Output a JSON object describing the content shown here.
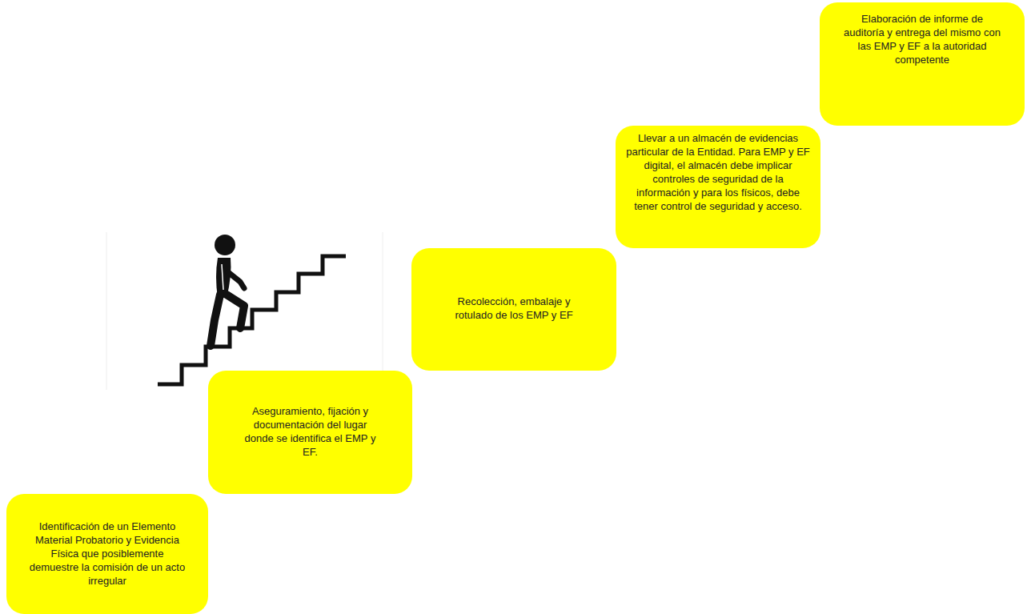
{
  "diagram": {
    "nodes": [
      {
        "text": [
          "Identificación de un Elemento Material Probatorio y Evidencia Física que posiblemente demuestre la comisión de un acto irregular"
        ]
      },
      {
        "text": [
          "Aseguramiento, fijación y documentación del lugar donde se identifica el EMP y EF."
        ]
      },
      {
        "text": [
          "Recolección, embalaje y rotulado de los EMP y EF"
        ]
      },
      {
        "text": [
          "Llevar a un almacén de evidencias particular de la Entidad. Para EMP y EF digital, el almacén debe implicar controles de seguridad de la información y para los físicos, debe tener control de seguridad y acceso."
        ]
      },
      {
        "text": [
          "Elaboración de informe de auditoría y entrega del mismo con las EMP y EF a la autoridad competente"
        ]
      }
    ]
  }
}
